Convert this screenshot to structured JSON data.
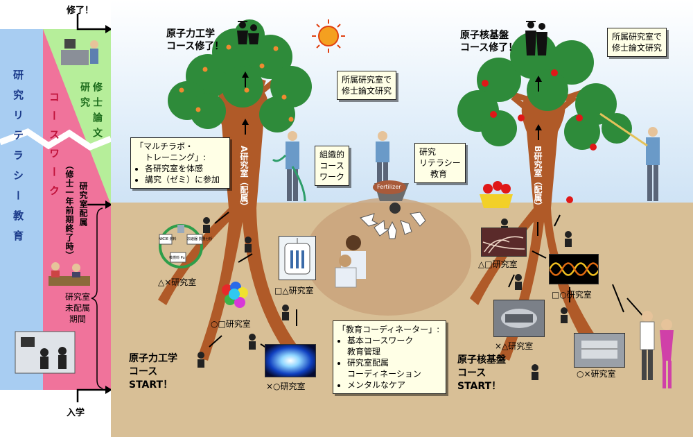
{
  "left_panel": {
    "top_label": "修了！",
    "bottom_label": "入学",
    "literacy_band": "研究リテラシー教育",
    "thesis_band_line1": "修士論文",
    "thesis_band_line2": "研究",
    "coursework_band": "コースワーク",
    "coursework_note": "（修士一年前期終了時）",
    "lab_assigned": "研究室配属",
    "lab_unassigned_line1": "研究室",
    "lab_unassigned_line2": "未配属",
    "lab_unassigned_line3": "期間"
  },
  "trees": {
    "a": {
      "finish_line1": "原子力工学",
      "finish_line2": "コース修了！",
      "trunk_label": "A研究室（配属）",
      "start_line1": "原子力工学",
      "start_line2": "コース",
      "start_line3": "START！"
    },
    "b": {
      "finish_line1": "原子核基盤",
      "finish_line2": "コース修了！",
      "trunk_label": "B研究室（配属）",
      "start_line1": "原子核基盤",
      "start_line2": "コース",
      "start_line3": "START！"
    }
  },
  "callouts": {
    "thesis_left_line1": "所属研究室で",
    "thesis_left_line2": "修士論文研究",
    "thesis_right_line1": "所属研究室で",
    "thesis_right_line2": "修士論文研究",
    "multilab_title_line1": "「マルチラボ・",
    "multilab_title_line2": "トレーニング」:",
    "multilab_items": [
      "各研究室を体感",
      "講究（ゼミ）に参加"
    ],
    "organized_line1": "組織的",
    "organized_line2": "コース",
    "organized_line3": "ワーク",
    "literacy_line1": "研究",
    "literacy_line2": "リテラシー",
    "literacy_line3": "教育",
    "coordinator_title": "「教育コーディネーター」:",
    "coordinator_items": [
      "基本コースワーク",
      "教育管理",
      "研究室配属",
      "コーディネーション",
      "メンタルなケア"
    ]
  },
  "fertilizer_label": "Fertilizer",
  "labs": {
    "l1": "△×研究室",
    "l2": "○□研究室",
    "l3": "□△研究室",
    "l4": "×○研究室",
    "r1": "△□研究室",
    "r2": "□○研究室",
    "r3": "×△研究室",
    "r4": "○×研究室"
  },
  "facility_chart": {
    "a": "NKDE 燃料",
    "b": "加速器 質量分析",
    "c": "核燃料 Pu"
  },
  "colors": {
    "literacy_band": "#a8cdf2",
    "coursework_band": "#f0739b",
    "thesis_band": "#b6ee9a",
    "ground": "#d8bf96",
    "trunk": "#b05a28",
    "leaf": "#2e8b3a",
    "callout_bg": "#ffffe6"
  }
}
